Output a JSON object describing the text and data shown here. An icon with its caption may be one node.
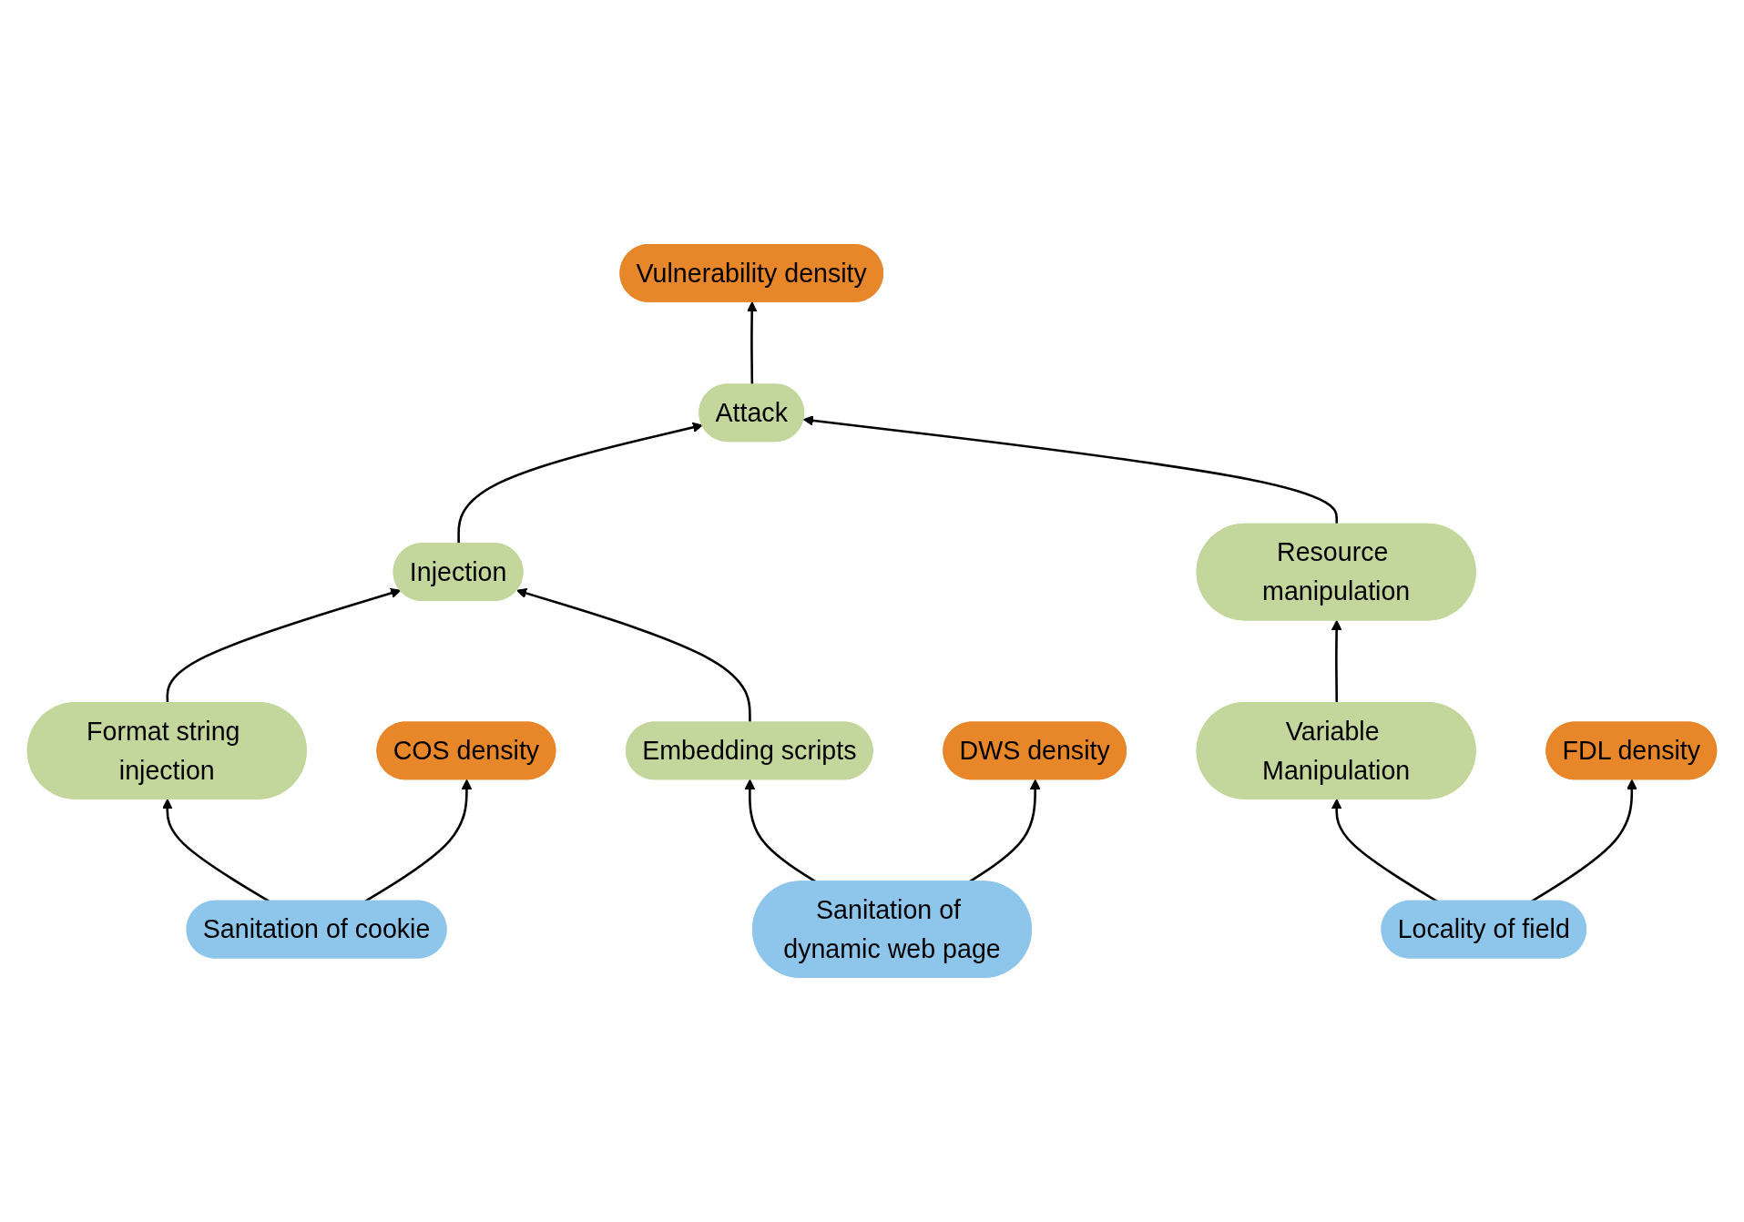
{
  "diagram": {
    "nodes": [
      {
        "text": [
          "Attack"
        ]
      },
      {
        "text": [
          "Vulnerability density"
        ]
      },
      {
        "text": [
          "Resource manipulation"
        ]
      },
      {
        "text": [
          "Injection"
        ]
      },
      {
        "text": [
          "Variable Manipulation"
        ]
      },
      {
        "text": [
          "Format string injection"
        ]
      },
      {
        "text": [
          "Embedding scripts"
        ]
      },
      {
        "text": [
          "COS density"
        ]
      },
      {
        "text": [
          "Sanitation of cookie"
        ]
      },
      {
        "text": [
          "DWS density"
        ]
      },
      {
        "text": [
          "Sanitation of dynamic web page"
        ]
      },
      {
        "text": [
          "FDL density"
        ]
      },
      {
        "text": [
          "Locality of field"
        ]
      }
    ],
    "edges": [
      {
        "from": 0,
        "to": 1,
        "arrow": "to"
      },
      {
        "from": 3,
        "to": 0,
        "arrow": "to"
      },
      {
        "from": 2,
        "to": 0,
        "arrow": "to"
      },
      {
        "from": 5,
        "to": 3,
        "arrow": "to"
      },
      {
        "from": 6,
        "to": 3,
        "arrow": "to"
      },
      {
        "from": 4,
        "to": 2,
        "arrow": "to"
      },
      {
        "from": 8,
        "to": 5,
        "arrow": "to"
      },
      {
        "from": 8,
        "to": 7,
        "arrow": "to"
      },
      {
        "from": 10,
        "to": 6,
        "arrow": "to"
      },
      {
        "from": 10,
        "to": 9,
        "arrow": "to"
      },
      {
        "from": 12,
        "to": 4,
        "arrow": "to"
      },
      {
        "from": 12,
        "to": 11,
        "arrow": "to"
      }
    ]
  }
}
